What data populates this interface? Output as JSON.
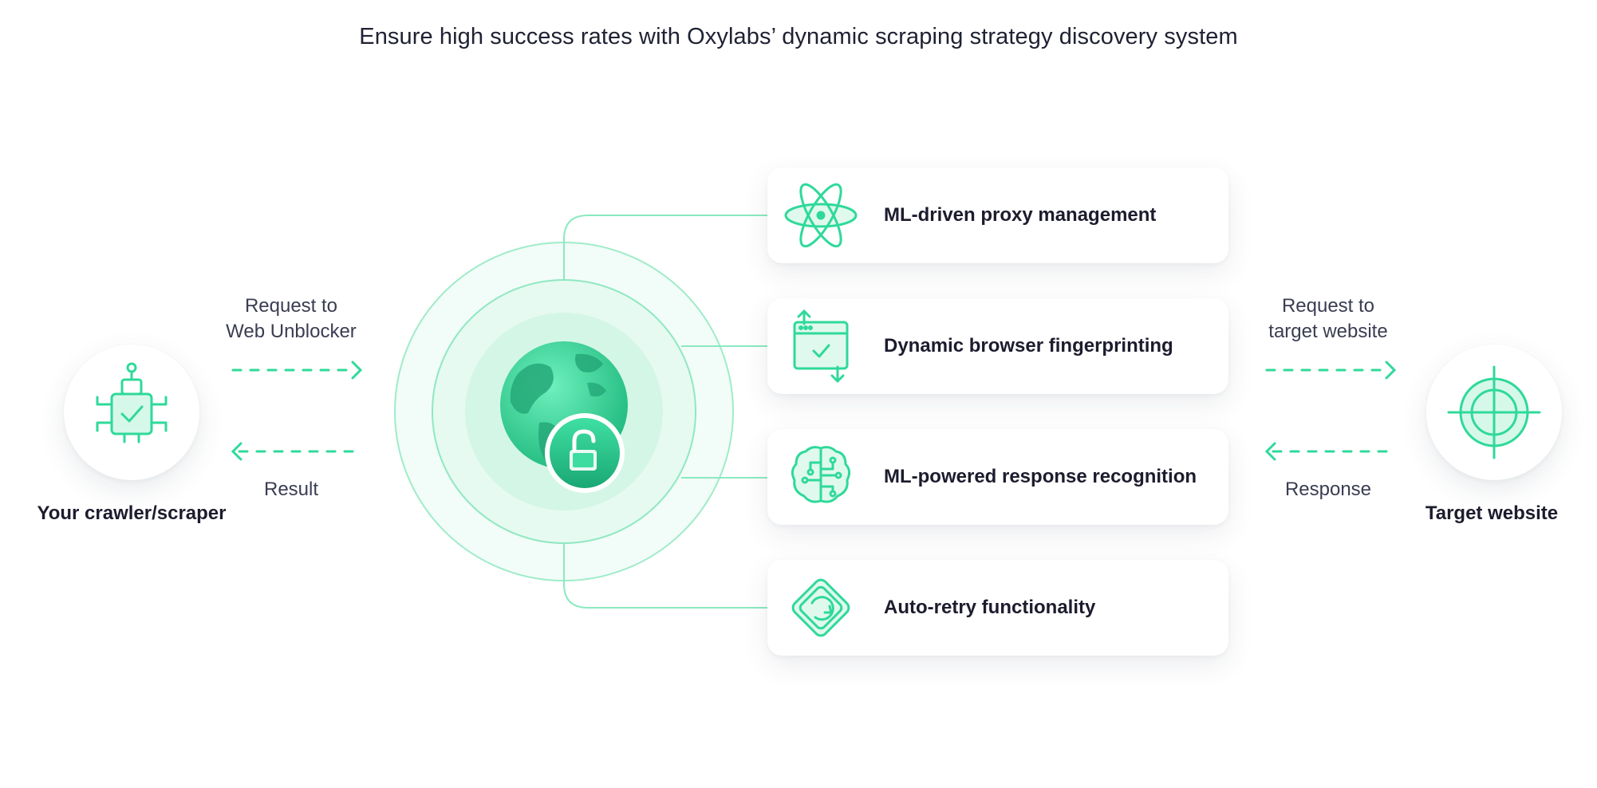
{
  "title": "Ensure high success rates with Oxylabs’ dynamic scraping strategy discovery system",
  "left": {
    "request_label_line1": "Request to",
    "request_label_line2": "Web Unblocker",
    "result_label": "Result",
    "name": "Your crawler/scraper"
  },
  "right": {
    "request_label_line1": "Request to",
    "request_label_line2": "target website",
    "response_label": "Response",
    "name": "Target website"
  },
  "features": [
    {
      "label": "ML-driven proxy management",
      "icon": "atom-icon"
    },
    {
      "label": "Dynamic browser fingerprinting",
      "icon": "browser-window-icon"
    },
    {
      "label": "ML-powered response recognition",
      "icon": "brain-circuit-icon"
    },
    {
      "label": "Auto-retry functionality",
      "icon": "retry-diamond-icon"
    }
  ],
  "colors": {
    "accent": "#2fd99a",
    "accent_dark": "#1fb97d",
    "accent_light": "#d6f8ea",
    "text": "#1c1c2e"
  }
}
